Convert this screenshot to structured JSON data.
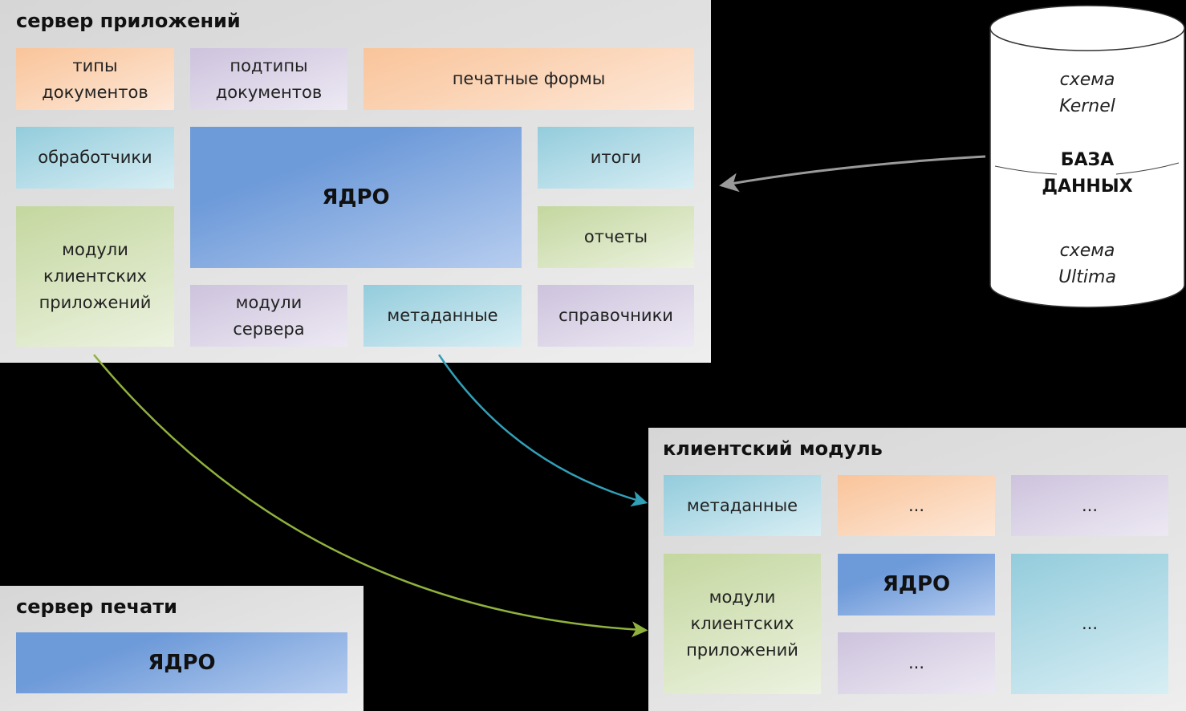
{
  "app_server": {
    "title": "сервер приложений",
    "doc_types": [
      "типы",
      "документов"
    ],
    "doc_subtypes": [
      "подтипы",
      "документов"
    ],
    "print_forms": "печатные формы",
    "handlers": "обработчики",
    "core": "ЯДРО",
    "totals": "итоги",
    "reports": "отчеты",
    "client_modules": [
      "модули",
      "клиентских",
      "приложений"
    ],
    "server_modules": [
      "модули",
      "сервера"
    ],
    "metadata": "метаданные",
    "dictionaries": "справочники"
  },
  "database": {
    "schema_kernel": [
      "схема",
      "Kernel"
    ],
    "title": [
      "БАЗА",
      "ДАННЫХ"
    ],
    "schema_ultima": [
      "схема",
      "Ultima"
    ]
  },
  "client_module": {
    "title": "клиентский модуль",
    "metadata": "метаданные",
    "dots1": "...",
    "dots2": "...",
    "core": "ЯДРО",
    "client_modules": [
      "модули",
      "клиентских",
      "приложений"
    ],
    "dots3": "...",
    "dots4": "..."
  },
  "print_server": {
    "title": "сервер печати",
    "core": "ЯДРО"
  }
}
